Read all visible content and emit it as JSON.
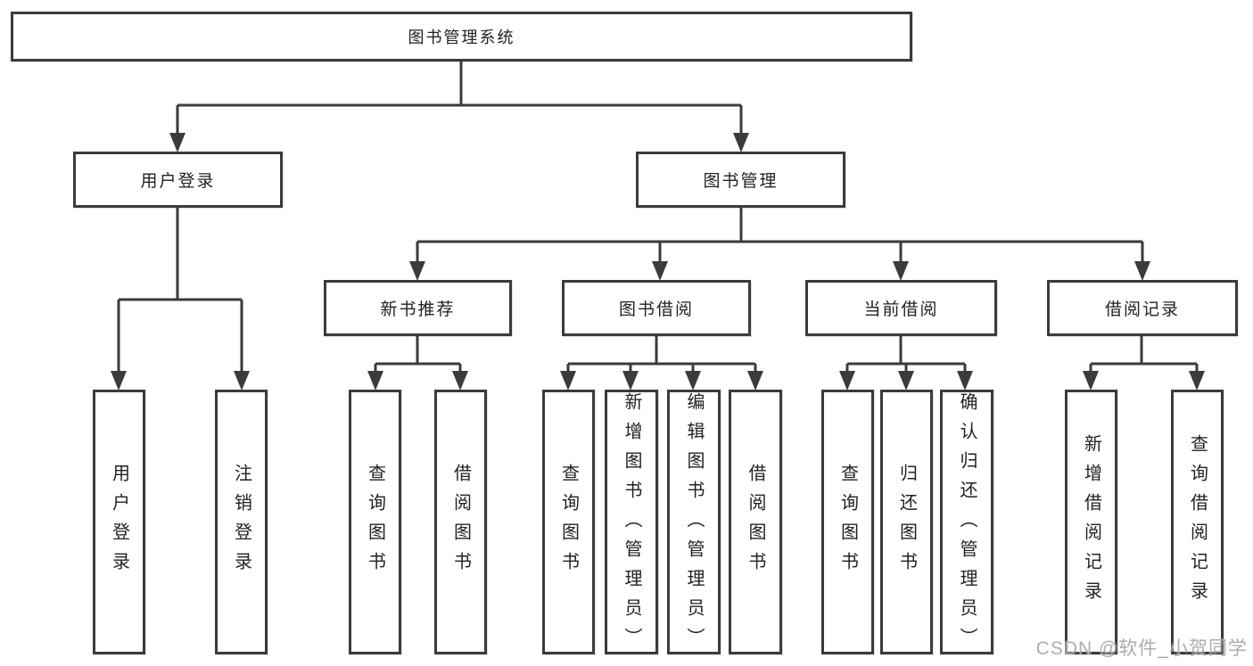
{
  "colors": {
    "line": "#3b3b3b",
    "box_border": "#3b3b3b",
    "text": "#222222",
    "background": "#ffffff",
    "watermark": "#9e9e9e"
  },
  "watermark": "CSDN @软件_小贺同学",
  "tree": {
    "label": "图书管理系统",
    "children": [
      {
        "label": "用户登录",
        "children": [
          {
            "label": "用户登录"
          },
          {
            "label": "注销登录"
          }
        ]
      },
      {
        "label": "图书管理",
        "children": [
          {
            "label": "新书推荐",
            "children": [
              {
                "label": "查询图书"
              },
              {
                "label": "借阅图书"
              }
            ]
          },
          {
            "label": "图书借阅",
            "children": [
              {
                "label": "查询图书"
              },
              {
                "label": "新增图书（管理员）"
              },
              {
                "label": "编辑图书（管理员）"
              },
              {
                "label": "借阅图书"
              }
            ]
          },
          {
            "label": "当前借阅",
            "children": [
              {
                "label": "查询图书"
              },
              {
                "label": "归还图书"
              },
              {
                "label": "确认归还（管理员）"
              }
            ]
          },
          {
            "label": "借阅记录",
            "children": [
              {
                "label": "新增借阅记录"
              },
              {
                "label": "查询借阅记录"
              }
            ]
          }
        ]
      }
    ]
  }
}
